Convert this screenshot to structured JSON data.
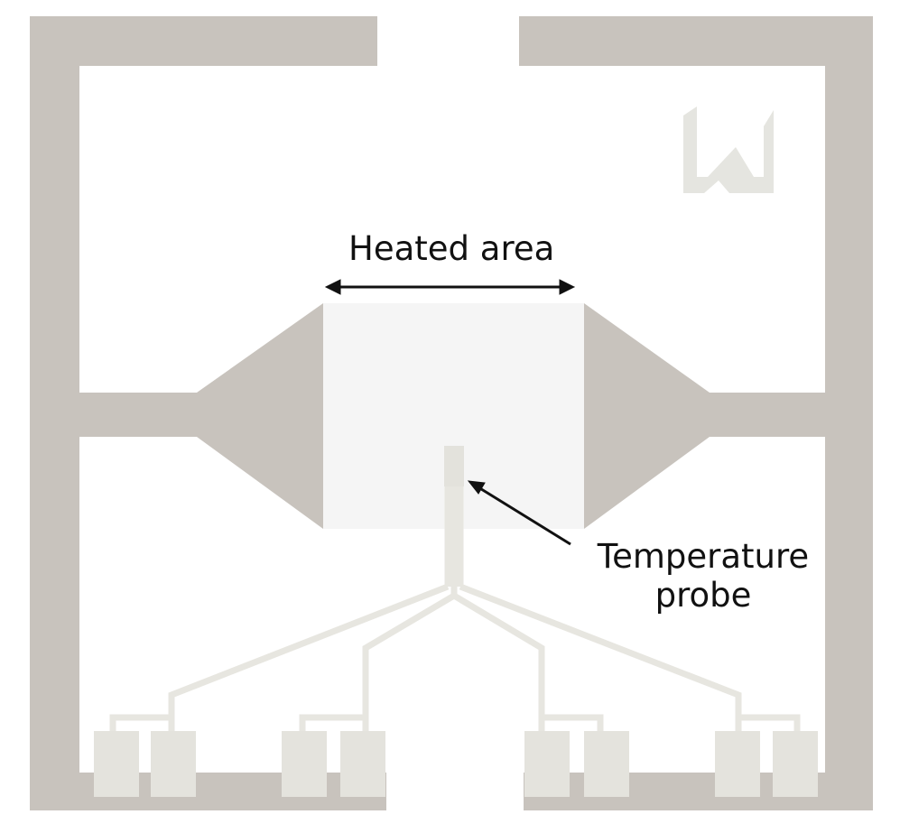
{
  "labels": {
    "heated_area": "Heated area",
    "probe_line1": "Temperature",
    "probe_line2": "probe"
  },
  "colors": {
    "frame": "#c8c3bd",
    "trace": "#e7e6e0",
    "pad": "#e4e3dd",
    "heated_area": "#f5f5f5",
    "logo": "#e5e5e0",
    "arrow": "#111111"
  },
  "icons": {
    "logo": "brand-logo-icon"
  }
}
